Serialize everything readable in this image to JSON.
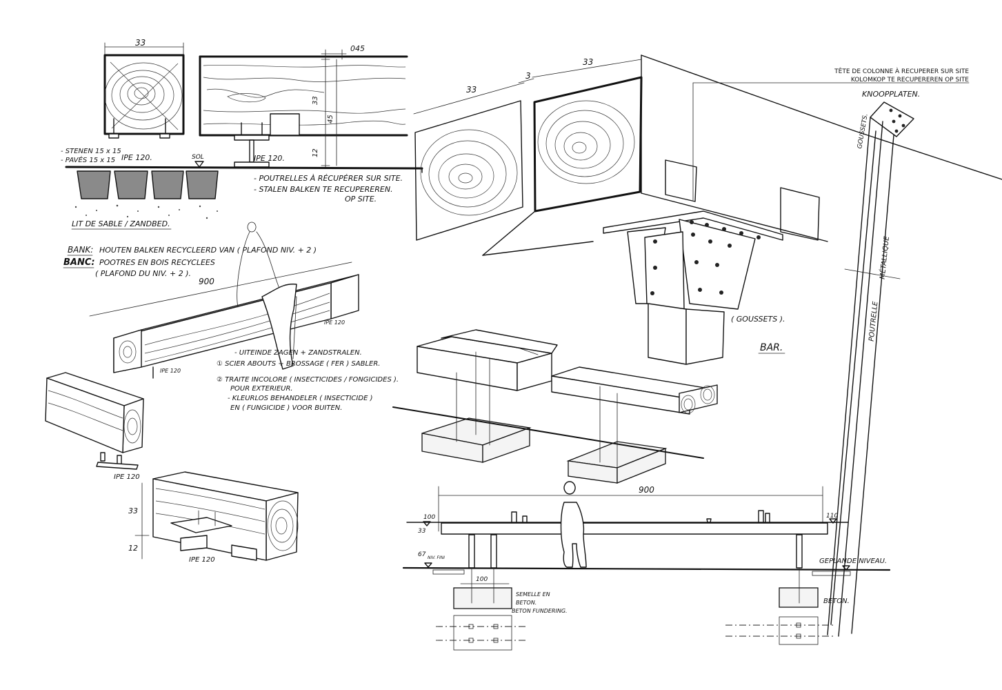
{
  "dimensions": {
    "section_width": "33",
    "gap": "045",
    "height_33": "33",
    "height_45": "45",
    "height_12": "12",
    "bar_beam_a": "33",
    "bar_gap": "3",
    "bar_beam_b": "33",
    "bench_length": "900",
    "bench_height_33": "33",
    "bench_height_12": "12",
    "bar_length": "900",
    "level_100": "100",
    "level_110": "110",
    "bar_height_33": "33",
    "level_67": "67",
    "nivfini": "NIV. FINI",
    "footing_width": "100"
  },
  "labels": {
    "stones": "- STENEN 15 x 15",
    "paves": "- PAVÉS 15 x 15",
    "ipe_section_1": "IPE 120.",
    "sol": "SOL",
    "ipe_section_2": "IPE 120.",
    "sand_bed": "LIT DE SABLE / ZANDBED.",
    "poutrelles_fr": "- POUTRELLES À RÉCUPÉRER SUR SITE.",
    "poutrelles_nl_1": "- STALEN BALKEN TE RECUPEREREN.",
    "poutrelles_nl_2": "OP SITE.",
    "column_head_fr": "TÊTE DE COLONNE À RECUPERER SUR SITE",
    "column_head_nl": "KOLOMKOP TE RECUPEREREN OP SITE",
    "knoopplaten": "KNOOPPLATEN.",
    "goussets_vertical": "GOUSSETS.",
    "metallique": "MÉTALLIQUE",
    "poutrelle": "POUTRELLE",
    "goussets": "( GOUSSETS ).",
    "bar": "BAR.",
    "bank_title": "BANK:",
    "bank_text": "HOUTEN BALKEN RECYCLEERD VAN ( PLAFOND NIV. + 2 )",
    "banc_title": "BANC:",
    "banc_text_1": "POOTRES EN BOIS RECYCLEES",
    "banc_text_2": "( PLAFOND DU NIV. + 2 ).",
    "ipe_bench_a": "IPE 120",
    "ipe_bench_b": "IPE 120",
    "note_nl_1": "- UITEINDE ZAGEN + ZANDSTRALEN.",
    "note_fr_1": "① SCIER ABOUTS + BROSSAGE ( FER ) SABLER.",
    "note_fr_2": "② TRAITE INCOLORE ( INSECTICIDES / FONGICIDES ).",
    "note_fr_3": "POUR EXTERIEUR.",
    "note_nl_2": "- KLEURLOS BEHANDELER ( INSECTICIDE )",
    "note_nl_3": "EN ( FUNGICIDE ) VOOR BUITEN.",
    "ipe_block_1": "IPE 120",
    "ipe_block_2": "IPE 120",
    "geplande_niveau": "GEPLANDE NIVEAU.",
    "semelle_1": "SEMELLE EN",
    "semelle_2": "BETON.",
    "semelle_3": "BETON FUNDERING.",
    "beton": "BETON."
  },
  "colors": {
    "ink": "#111111",
    "paper": "#ffffff"
  }
}
